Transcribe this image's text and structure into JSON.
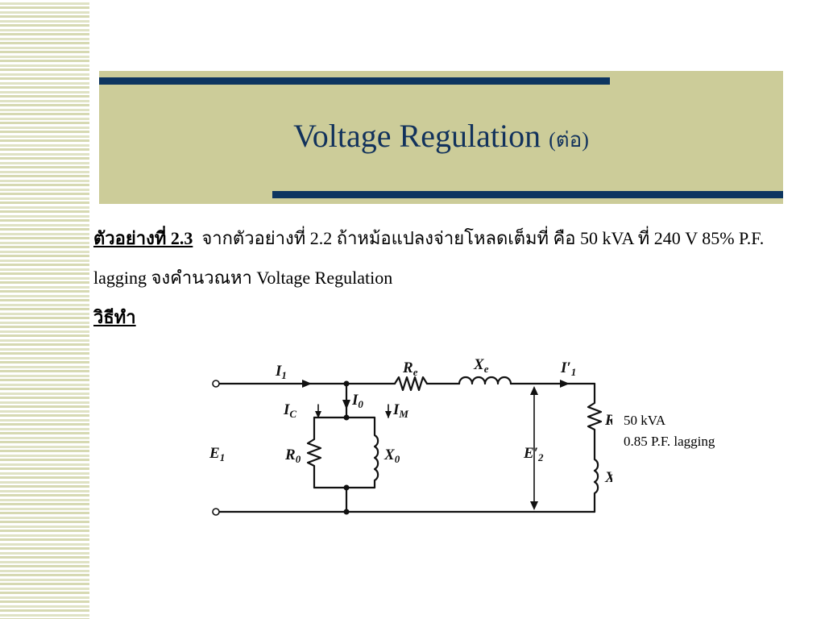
{
  "slide": {
    "title": "Voltage Regulation",
    "title_suffix": "(ต่อ)",
    "example_label": "ตัวอย่างที่ 2.3",
    "line1_rest": "จากตัวอย่างที่ 2.2 ถ้าหม้อแปลงจ่ายโหลดเต็มที่ คือ 50 kVA ที่ 240 V 85% P.F.",
    "line2": "lagging จงคำนวณหา Voltage Regulation",
    "solution_label": "วิธีทำ"
  },
  "circuit": {
    "labels": {
      "I1": "I",
      "I1_sub": "1",
      "Re": "R",
      "Re_sub": "e",
      "Xe": "X",
      "Xe_sub": "e",
      "I1p": "I′",
      "I1p_sub": "1",
      "I0": "I",
      "I0_sub": "0",
      "IC": "I",
      "IC_sub": "C",
      "IM": "I",
      "IM_sub": "M",
      "E1": "E",
      "E1_sub": "1",
      "R0": "R",
      "R0_sub": "0",
      "X0": "X",
      "X0_sub": "0",
      "E2p": "E′",
      "E2p_sub": "2",
      "R": "R",
      "X": "X"
    },
    "load_rating": "50 kVA",
    "load_pf": "0.85 P.F. lagging"
  }
}
